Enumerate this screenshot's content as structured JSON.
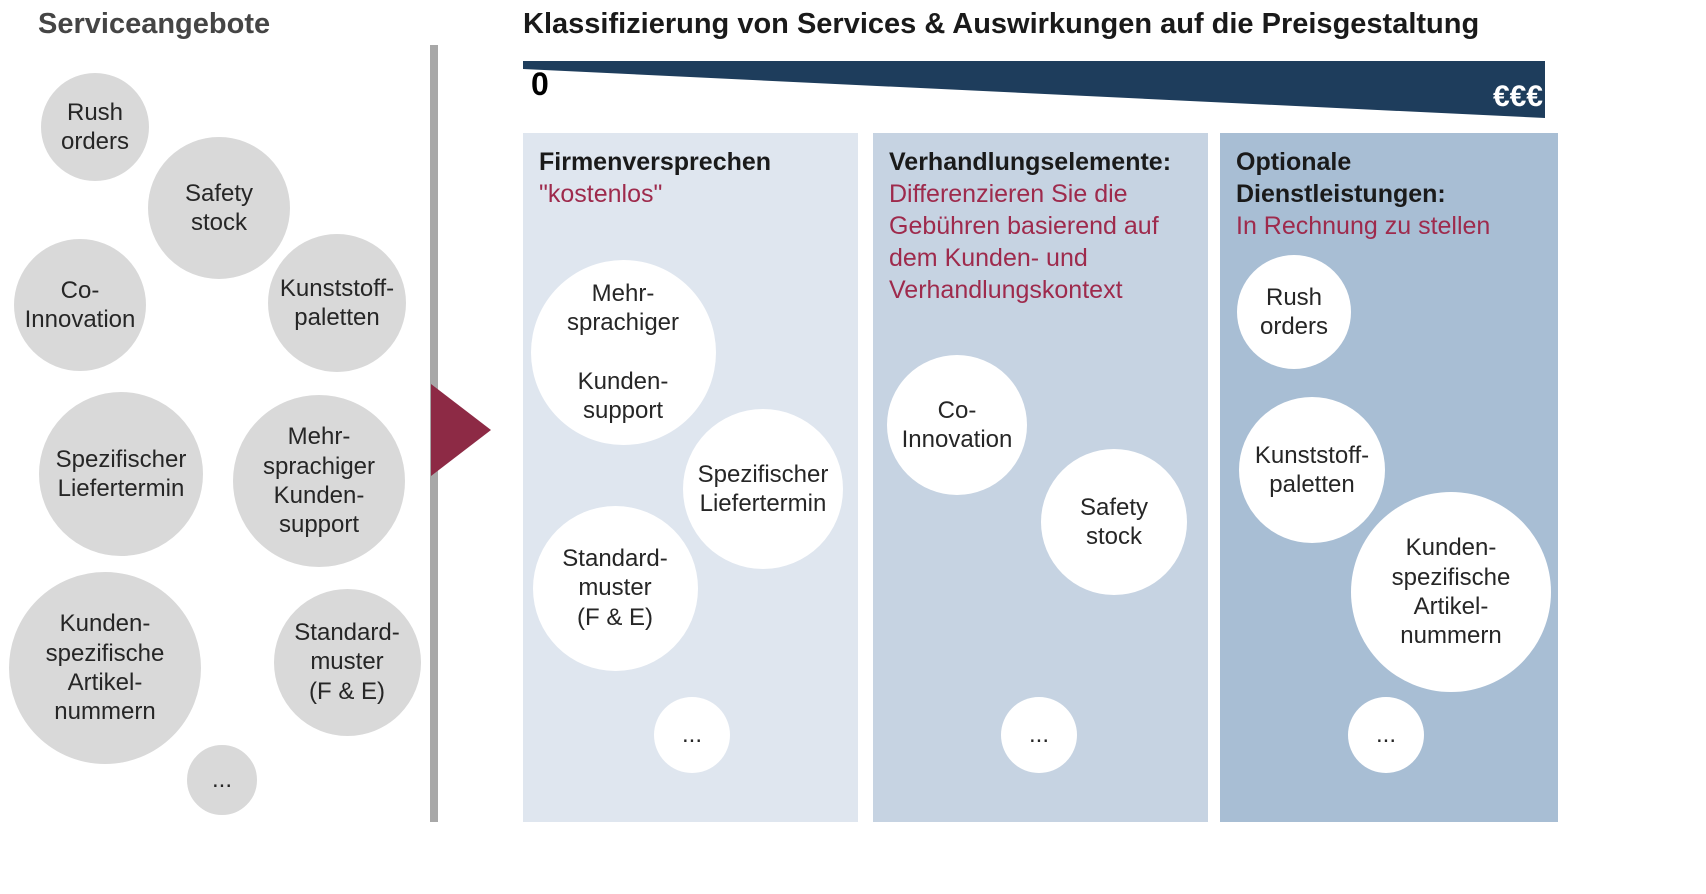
{
  "left_panel": {
    "title": "Serviceangebote",
    "bubbles": [
      "Rush\norders",
      "Safety\nstock",
      "Co-\nInnovation",
      "Kunststoff-\npaletten",
      "Spezifischer\nLiefertermin",
      "Mehr-\nsprachiger\nKunden-\nsupport",
      "Kunden-\nspezifische\nArtikel-\nnummern",
      "Standard-\nmuster\n(F & E)",
      "..."
    ]
  },
  "right_panel": {
    "title": "Klassifizierung von Services & Auswirkungen auf die Preisgestaltung",
    "scale_min": "0",
    "scale_max": "€€€",
    "panels": [
      {
        "title": "Firmenversprechen",
        "subtitle": "\"kostenlos\"",
        "bubbles": [
          "Mehr-\nsprachiger\n\nKunden-\nsupport",
          "Spezifischer\nLiefertermin",
          "Standard-\nmuster\n(F & E)",
          "..."
        ]
      },
      {
        "title": "Verhandlungselemente:",
        "subtitle": "Differenzieren Sie die Gebühren basierend auf dem Kunden- und Verhandlungskontext",
        "bubbles": [
          "Co-\nInnovation",
          "Safety\nstock",
          "..."
        ]
      },
      {
        "title": "Optionale\nDienstleistungen:",
        "subtitle": "In Rechnung zu stellen",
        "bubbles": [
          "Rush\norders",
          "Kunststoff-\npaletten",
          "Kunden-\nspezifische\nArtikel-\nnummern",
          "..."
        ]
      }
    ]
  },
  "colors": {
    "accent_maroon": "#9e2a4c",
    "arrow_maroon": "#8d2a45",
    "wedge_navy": "#1e3d5c",
    "panel1_bg": "#dfe6ef",
    "panel2_bg": "#c6d3e2",
    "panel3_bg": "#a8bed4",
    "left_bubble": "#d9d9d9",
    "white_bubble": "#ffffff"
  }
}
